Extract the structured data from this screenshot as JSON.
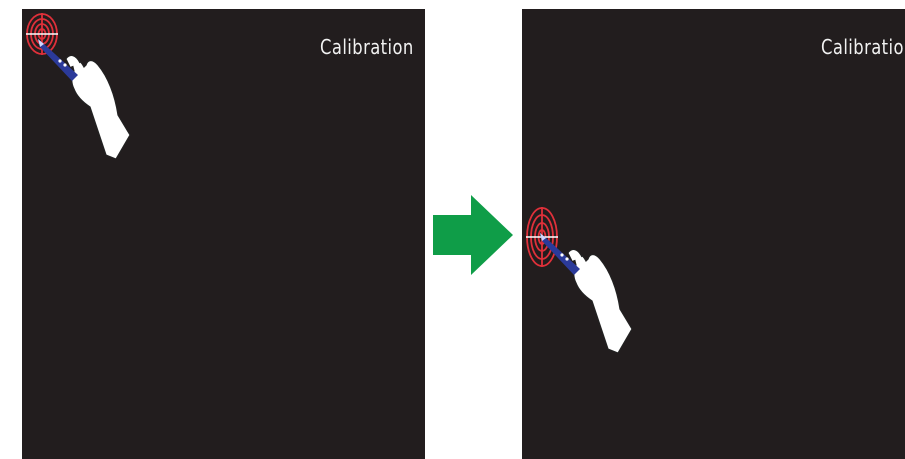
{
  "steps": [
    {
      "screen_title": "Calibration",
      "target_position": "top-left"
    },
    {
      "screen_title": "Calibration",
      "target_position": "middle-left"
    }
  ],
  "colors": {
    "screen_background": "#221d1e",
    "target": "#e0303a",
    "arrow": "#0f9d48",
    "pen": "#2b3a9a",
    "hand": "#ffffff"
  },
  "icons": {
    "target": "calibration-target-icon",
    "hand": "hand-with-stylus-icon",
    "arrow": "next-step-arrow-icon"
  }
}
